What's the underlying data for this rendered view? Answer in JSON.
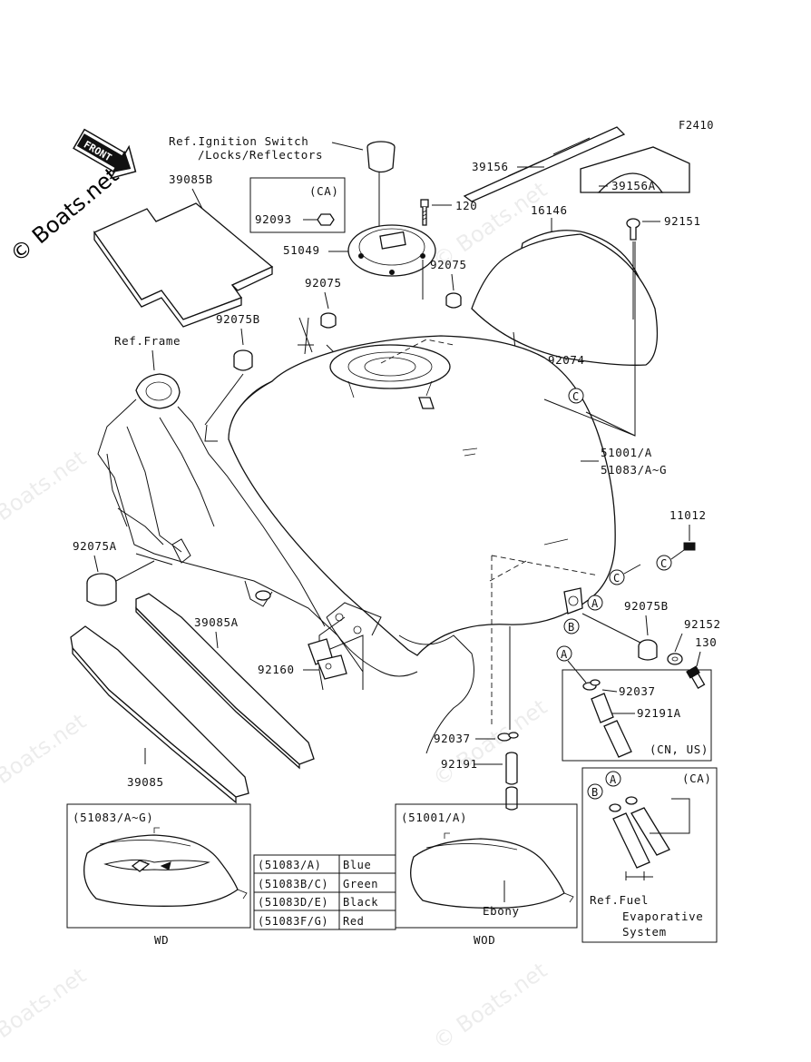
{
  "diagram_code": "F2410",
  "front_label": "FRONT",
  "watermark": "© Boats.net",
  "references": {
    "ignition_line1": "Ref.Ignition Switch",
    "ignition_line2": "/Locks/Reflectors",
    "frame": "Ref.Frame",
    "fuel_evap_line1": "Ref.Fuel",
    "fuel_evap_line2": "Evaporative",
    "fuel_evap_line3": "System"
  },
  "parts": {
    "p39156": "39156",
    "p39156A": "39156A",
    "p39085B": "39085B",
    "p120": "120",
    "p16146": "16146",
    "p92151": "92151",
    "p92093": "92093",
    "p51049": "51049",
    "p92075_a": "92075",
    "p92075_b": "92075",
    "p92075B_a": "92075B",
    "p92074": "92074",
    "p51001A": "51001/A",
    "p51083AG": "51083/A~G",
    "p11012": "11012",
    "p92075A": "92075A",
    "p39085A": "39085A",
    "p92075B_b": "92075B",
    "p92152": "92152",
    "p130": "130",
    "p92160": "92160",
    "p92037_a": "92037",
    "p92191A": "92191A",
    "p92037_b": "92037",
    "p92191": "92191",
    "p39085": "39085"
  },
  "region_labels": {
    "ca_top": "(CA)",
    "cn_us": "(CN, US)",
    "ca_bottom": "(CA)"
  },
  "letter_markers": {
    "c": "C",
    "a": "A",
    "b": "B"
  },
  "inset_wd": {
    "header": "(51083/A~G)",
    "caption": "WD"
  },
  "inset_wod": {
    "header": "(51001/A)",
    "finish": "Ebony",
    "caption": "WOD"
  },
  "color_table": {
    "rows": [
      {
        "part": "(51083/A)",
        "color": "Blue"
      },
      {
        "part": "(51083B/C)",
        "color": "Green"
      },
      {
        "part": "(51083D/E)",
        "color": "Black"
      },
      {
        "part": "(51083F/G)",
        "color": "Red"
      }
    ]
  }
}
